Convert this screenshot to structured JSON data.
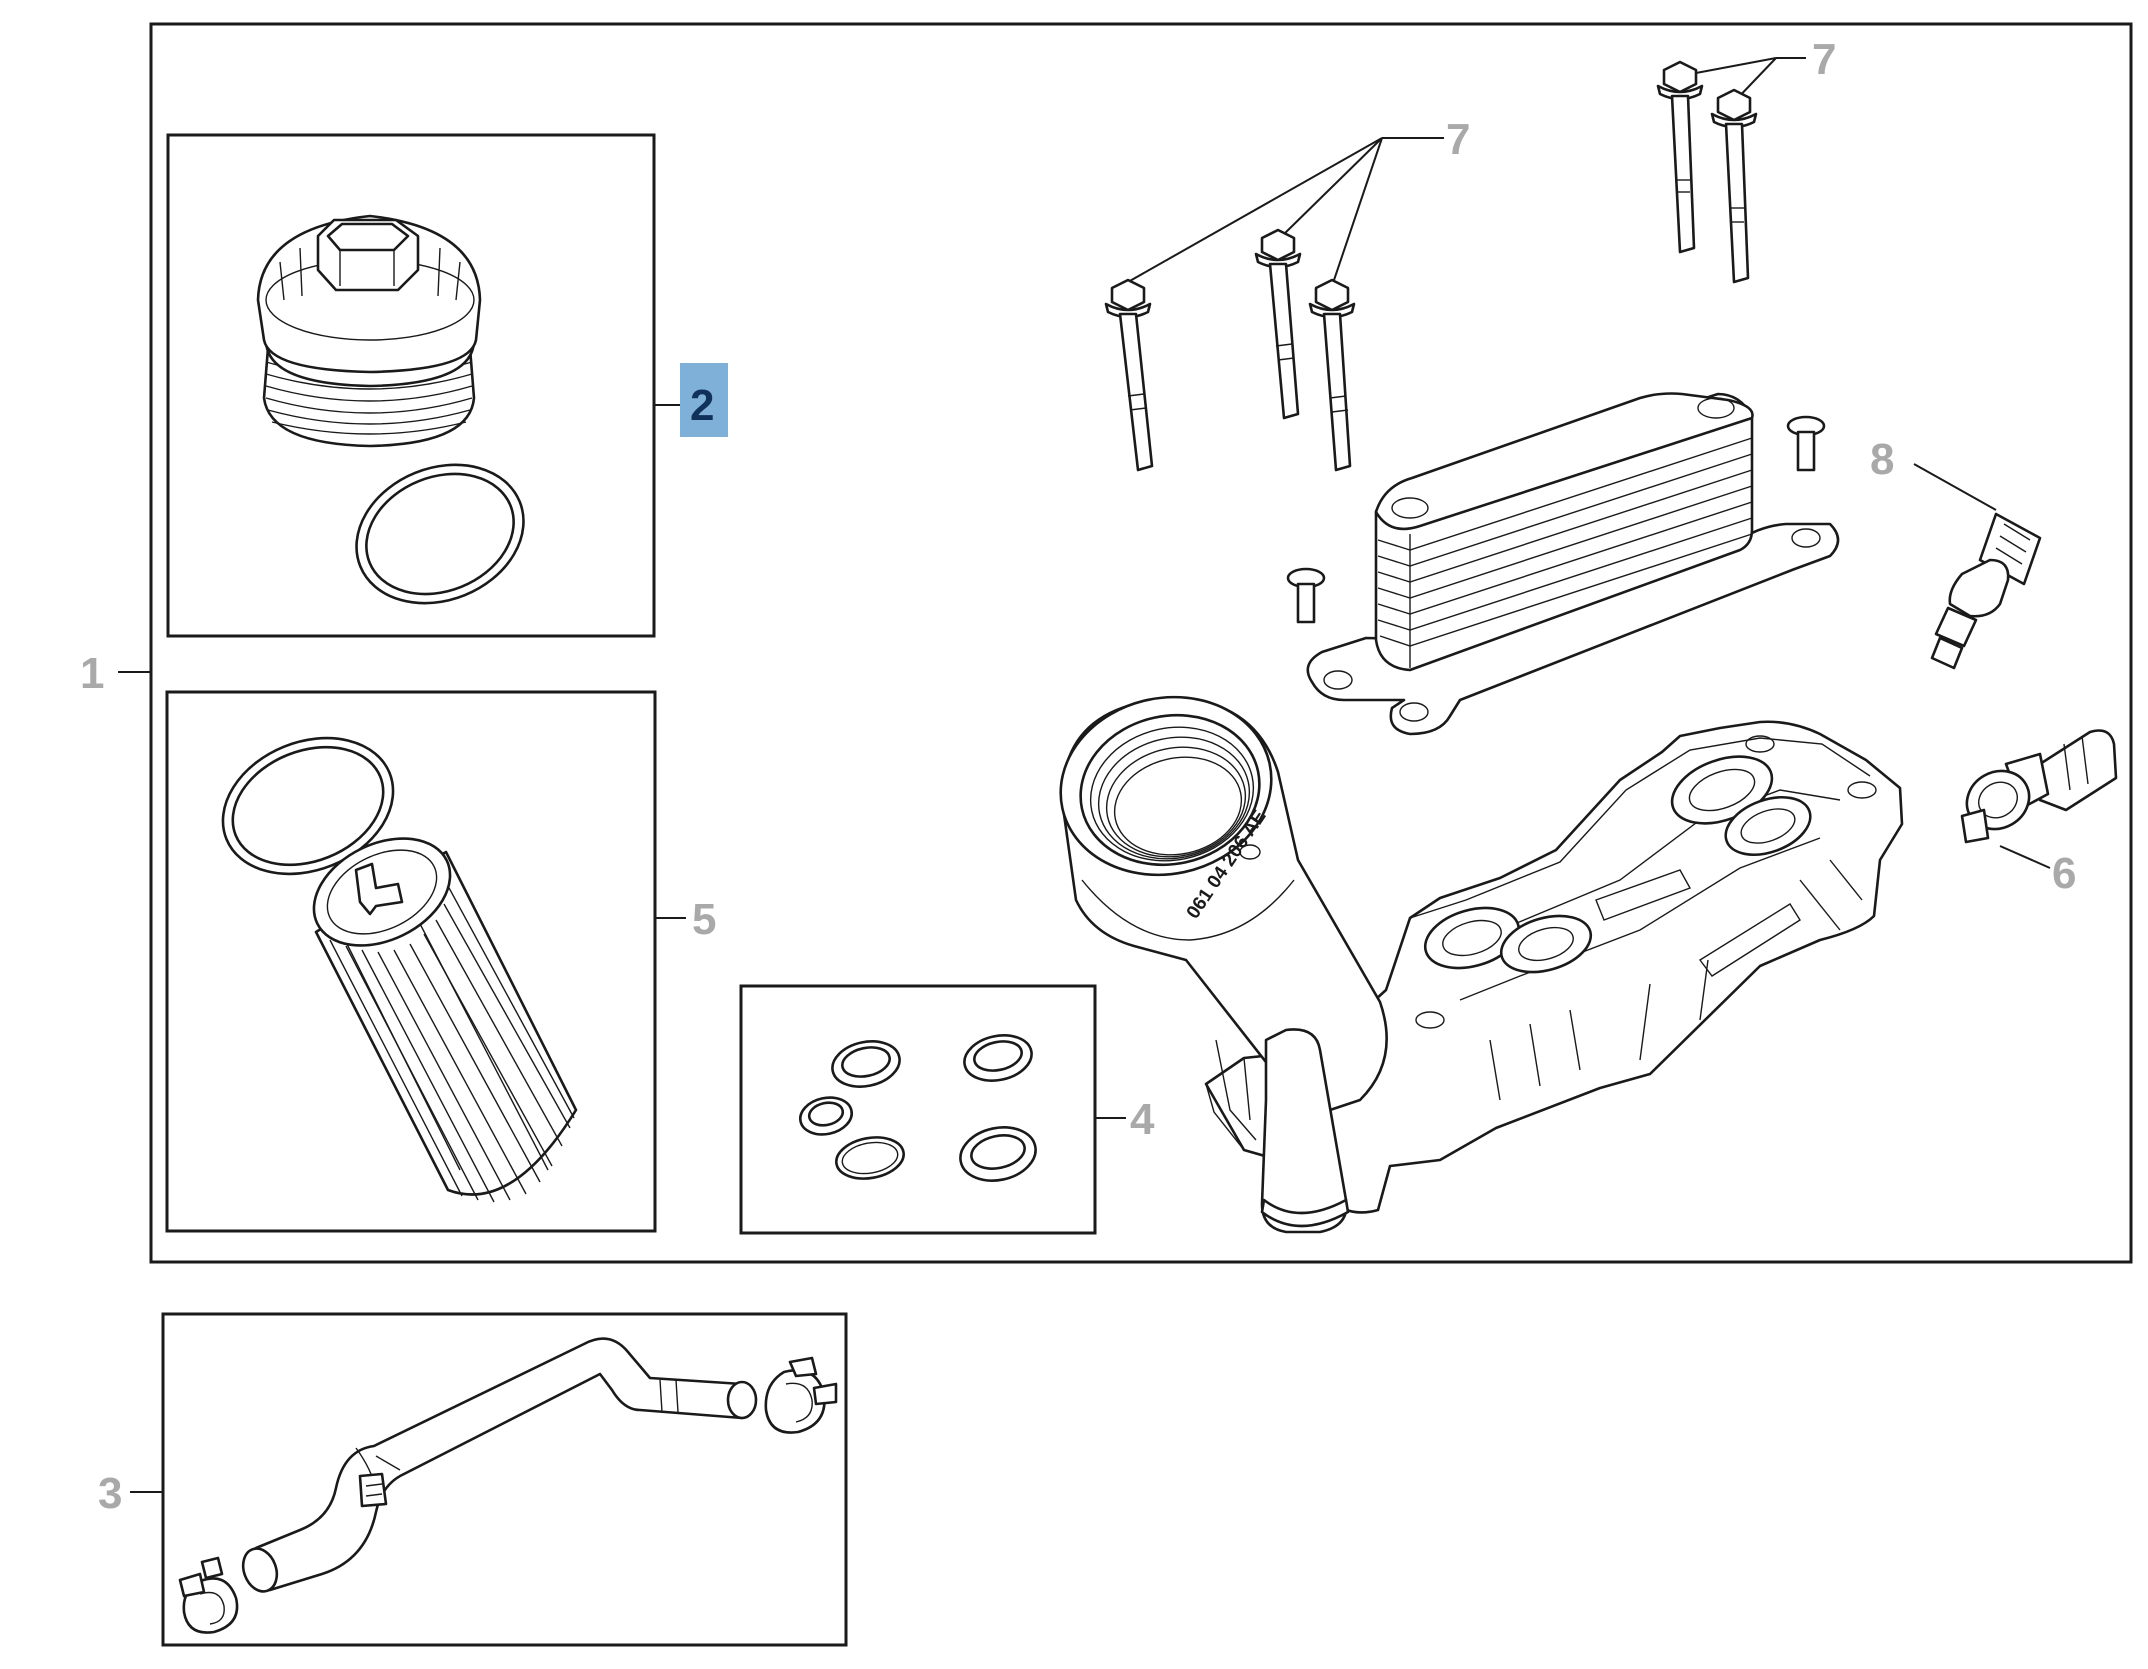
{
  "diagram": {
    "highlighted_callout": "2",
    "colors": {
      "callout_text": "#a9a9a9",
      "highlight_fill": "#7fb0d8",
      "highlight_text": "#10315a",
      "line": "#1a1a1a"
    },
    "callouts": {
      "c1": "1",
      "c2": "2",
      "c3": "3",
      "c4": "4",
      "c5": "5",
      "c6": "6",
      "c7a": "7",
      "c7b": "7",
      "c8": "8"
    },
    "housing_stamp": "061 04 206 AE"
  }
}
